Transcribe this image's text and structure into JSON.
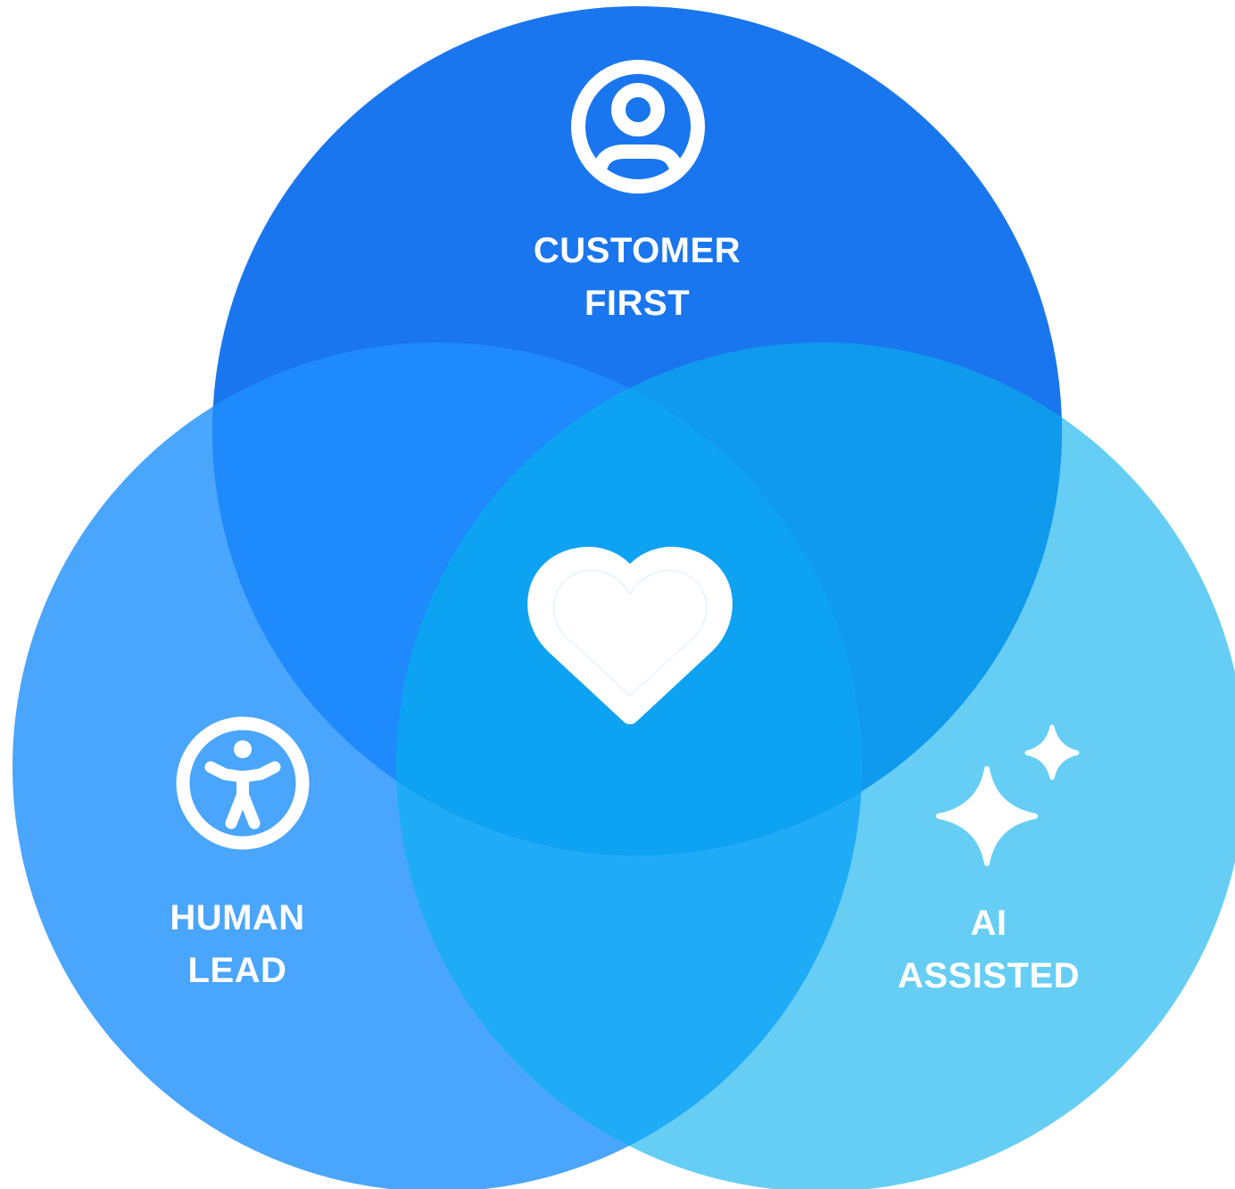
{
  "diagram": {
    "type": "venn",
    "circles": [
      {
        "id": "customer-first",
        "label_lines": [
          "CUSTOMER",
          "FIRST"
        ],
        "icon": "user-circle-icon",
        "color": "#1A76EE"
      },
      {
        "id": "human-lead",
        "label_lines": [
          "HUMAN",
          "LEAD"
        ],
        "icon": "accessibility-person-icon",
        "color": "#4AA5FC"
      },
      {
        "id": "ai-assisted",
        "label_lines": [
          "AI",
          "ASSISTED"
        ],
        "icon": "sparkles-icon",
        "color": "#66CEF5"
      }
    ],
    "center": {
      "icon": "heart-icon"
    },
    "colors": {
      "top_left_overlap": "#1E8AFB",
      "top_right_overlap": "#0F9AEE",
      "bottom_overlap": "#20ABF6",
      "center_overlap": "#0EA2F3",
      "icon_stroke": "#FFFFFF"
    }
  }
}
